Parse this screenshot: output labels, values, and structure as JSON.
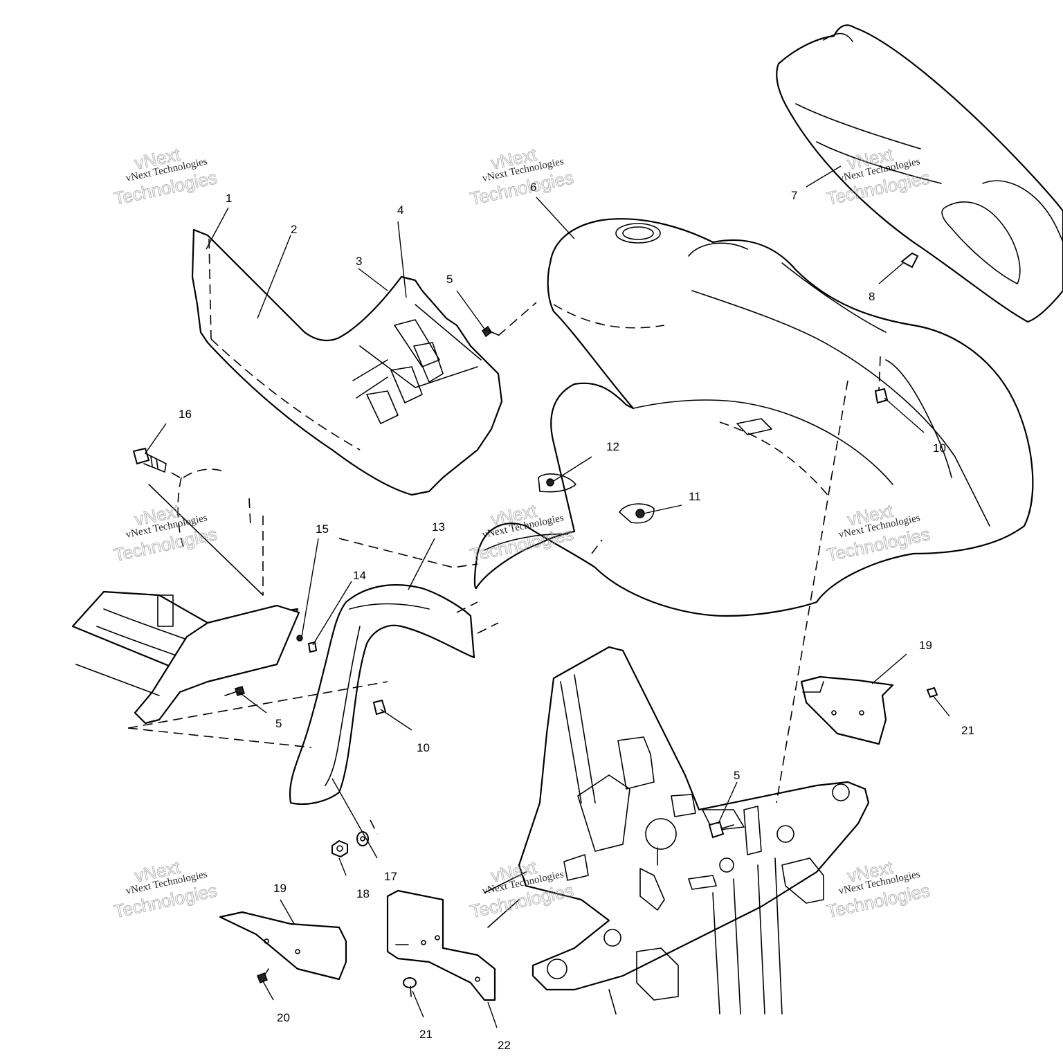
{
  "watermark": {
    "line1": "vNext",
    "line2": "vNext Technologies",
    "line3": "Technologies"
  },
  "callouts": [
    "1",
    "2",
    "3",
    "4",
    "5",
    "6",
    "7",
    "8",
    "10",
    "12",
    "11",
    "16",
    "13",
    "15",
    "14",
    "5",
    "10",
    "19",
    "21",
    "5",
    "17",
    "18",
    "19",
    "20",
    "21",
    "22"
  ]
}
